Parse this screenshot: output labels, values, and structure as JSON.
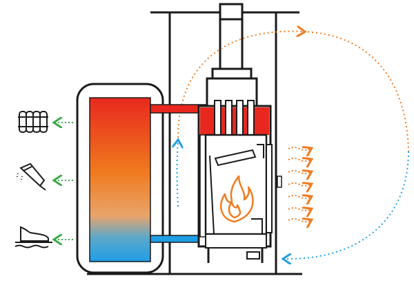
{
  "diagram": {
    "type": "wood stove with water jacket heating system",
    "colors": {
      "outline": "#1a1a1a",
      "hot": "#e8281e",
      "warm": "#f07a1e",
      "mid": "#e8a46a",
      "cool_mid": "#5fa8c8",
      "cold": "#1e9ee6",
      "pipe_hot": "#e8281e",
      "pipe_cold": "#1e9ee6",
      "flame": "#f07a1e",
      "warm_air": "#f07a1e",
      "cool_air": "#1e9ee6",
      "output_arrow": "#3aa84a"
    },
    "outputs": [
      {
        "name": "radiator",
        "icon": "radiator-icon"
      },
      {
        "name": "shower",
        "icon": "shower-icon"
      },
      {
        "name": "floor heating",
        "icon": "foot-icon"
      }
    ],
    "components": [
      {
        "name": "hot-water-tank"
      },
      {
        "name": "stove-body"
      },
      {
        "name": "chimney-flue"
      },
      {
        "name": "combustion-chamber"
      },
      {
        "name": "flame",
        "icon": "flame-icon"
      },
      {
        "name": "convection-air-loop"
      }
    ]
  }
}
